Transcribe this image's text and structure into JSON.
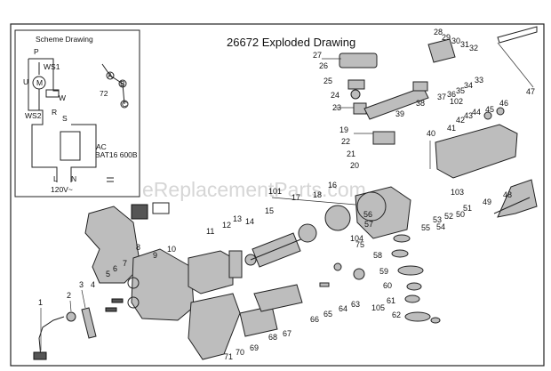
{
  "title": "26672 Exploded Drawing",
  "scheme": {
    "title": "Scheme Drawing",
    "labels": [
      "P",
      "WS1",
      "U",
      "M",
      "W",
      "WS2",
      "R",
      "S",
      "L",
      "N",
      "AC",
      "BAT16 600B",
      "120V~",
      "72",
      "A",
      "B",
      "C"
    ]
  },
  "watermark": "eReplacementParts.com",
  "part_numbers": [
    "1",
    "2",
    "3",
    "4",
    "5",
    "6",
    "7",
    "8",
    "9",
    "10",
    "11",
    "12",
    "13",
    "14",
    "15",
    "16",
    "17",
    "18",
    "19",
    "20",
    "21",
    "22",
    "23",
    "24",
    "25",
    "26",
    "27",
    "28",
    "29",
    "30",
    "31",
    "32",
    "33",
    "34",
    "35",
    "36",
    "37",
    "38",
    "39",
    "40",
    "41",
    "42",
    "43",
    "44",
    "45",
    "46",
    "47",
    "48",
    "49",
    "50",
    "51",
    "52",
    "53",
    "54",
    "55",
    "56",
    "57",
    "58",
    "59",
    "60",
    "61",
    "62",
    "63",
    "64",
    "65",
    "66",
    "67",
    "68",
    "69",
    "70",
    "71",
    "75",
    "101",
    "102",
    "103",
    "104",
    "105"
  ]
}
